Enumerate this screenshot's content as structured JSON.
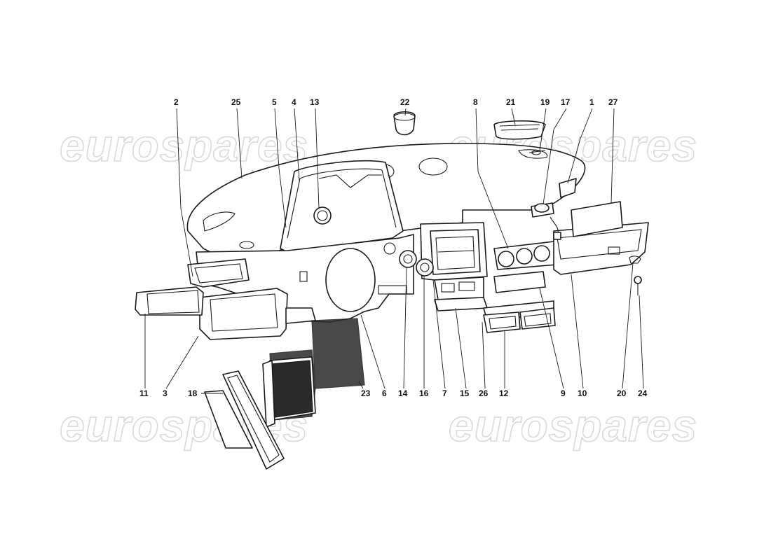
{
  "watermark": {
    "text": "eurospares",
    "color": "#d9d9d9"
  },
  "callouts": [
    {
      "id": "c2",
      "label": "2"
    },
    {
      "id": "c25",
      "label": "25"
    },
    {
      "id": "c5",
      "label": "5"
    },
    {
      "id": "c4",
      "label": "4"
    },
    {
      "id": "c13",
      "label": "13"
    },
    {
      "id": "c22",
      "label": "22"
    },
    {
      "id": "c8",
      "label": "8"
    },
    {
      "id": "c21",
      "label": "21"
    },
    {
      "id": "c19",
      "label": "19"
    },
    {
      "id": "c17",
      "label": "17"
    },
    {
      "id": "c1",
      "label": "1"
    },
    {
      "id": "c27",
      "label": "27"
    },
    {
      "id": "c11",
      "label": "11"
    },
    {
      "id": "c3",
      "label": "3"
    },
    {
      "id": "c18",
      "label": "18"
    },
    {
      "id": "c23",
      "label": "23"
    },
    {
      "id": "c6",
      "label": "6"
    },
    {
      "id": "c14",
      "label": "14"
    },
    {
      "id": "c16",
      "label": "16"
    },
    {
      "id": "c7",
      "label": "7"
    },
    {
      "id": "c15",
      "label": "15"
    },
    {
      "id": "c26",
      "label": "26"
    },
    {
      "id": "c12",
      "label": "12"
    },
    {
      "id": "c9",
      "label": "9"
    },
    {
      "id": "c10",
      "label": "10"
    },
    {
      "id": "c20",
      "label": "20"
    },
    {
      "id": "c24",
      "label": "24"
    }
  ],
  "colors": {
    "line": "#1a1a1a",
    "background": "#ffffff",
    "carpet": "#2a2a2a"
  }
}
